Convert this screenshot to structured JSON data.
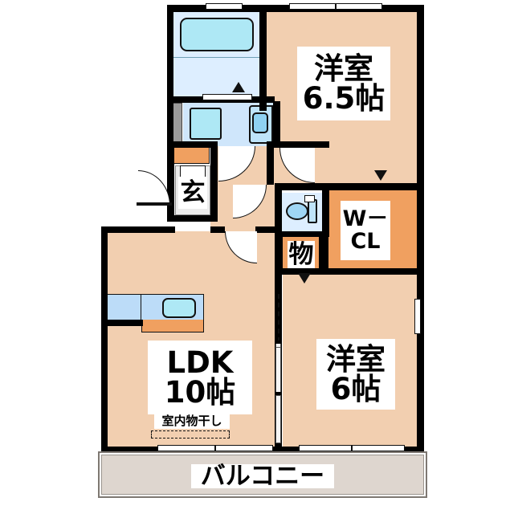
{
  "plan": {
    "type": "japanese-floor-plan",
    "background": "#ffffff",
    "colors": {
      "room_fill": "#f2cfb0",
      "closet_fill": "#f0a060",
      "wet_area_fill": "#ddeeff",
      "fixture_blue": "#aee8f5",
      "balcony_fill": "#ded6cf",
      "wall": "#000000"
    }
  },
  "rooms": {
    "bedroom_top": {
      "name": "洋室",
      "size": "6.5帖"
    },
    "bedroom_bottom": {
      "name": "洋室",
      "size": "6帖"
    },
    "living": {
      "name": "LDK",
      "size": "10帖"
    },
    "walk_in_closet": {
      "line1": "W－",
      "line2": "CL"
    },
    "storage": {
      "name": "物"
    },
    "entrance": {
      "name": "玄"
    },
    "balcony": {
      "name": "バルコニー"
    },
    "laundry_note": {
      "name": "室内物干し"
    }
  },
  "icons": {
    "bathtub": "bathtub-icon",
    "washing_machine": "washing-machine-pan-icon",
    "vanity_sink": "vanity-sink-icon",
    "toilet": "toilet-icon",
    "kitchen_sink": "kitchen-sink-icon",
    "kitchen_counter": "kitchen-counter-icon",
    "shoe_cabinet": "shoe-cabinet-icon",
    "entrance_door": "entrance-door-icon",
    "sliding_partition": "sliding-partition-icon",
    "window": "window-icon",
    "swing_door": "swing-door-icon",
    "direction_arrow": "direction-arrow-icon",
    "drying_rack": "indoor-drying-rack-icon"
  }
}
